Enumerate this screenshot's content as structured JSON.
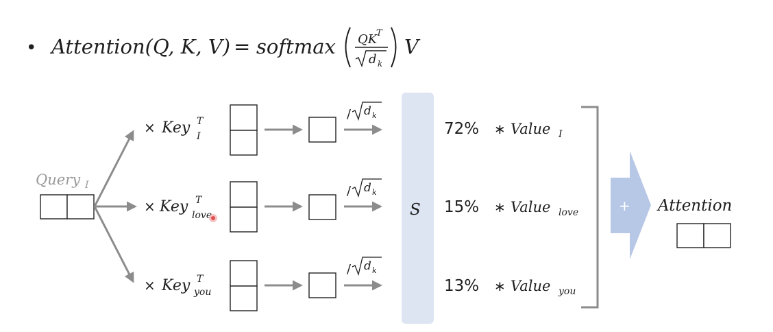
{
  "formula": {
    "bullet": "•",
    "lhs": "Attention(Q, K, V)",
    "equals": "=",
    "softmax": "softmax",
    "numerator": "QK",
    "numerator_sup": "T",
    "denominator": "d",
    "denominator_sub": "k",
    "suffix": "V"
  },
  "query": {
    "label": "Query",
    "sub": "I"
  },
  "times": "×",
  "key_base": "Key",
  "key_sup": "T",
  "divide": "/",
  "sqrt_d": "d",
  "sqrt_k": "k",
  "softmax_block": {
    "label": "S",
    "color": "#dde5f3"
  },
  "mult": "∗",
  "value_base": "Value",
  "rows": [
    {
      "key_sub": "I",
      "percent": "72%",
      "value_sub": "I"
    },
    {
      "key_sub": "love",
      "percent": "15%",
      "value_sub": "love"
    },
    {
      "key_sub": "you",
      "percent": "13%",
      "value_sub": "you"
    }
  ],
  "plus": "+",
  "plus_color": "#b7c7e6",
  "output_label": "Attention",
  "colors": {
    "arrow": "#8c8c8c",
    "query_text": "#9a9a9a",
    "laser": "#e05050"
  }
}
